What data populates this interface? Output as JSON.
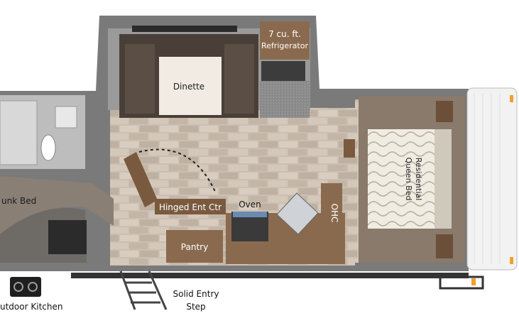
{
  "labels": {
    "refrigerator_line1": "7 cu. ft.",
    "refrigerator_line2": "Refrigerator",
    "dinette": "Dinette",
    "bunk_bed": "unk Bed",
    "hinged_ent_ctr": "Hinged Ent Ctr",
    "oven": "Oven",
    "ohc": "OHC",
    "pantry": "Pantry",
    "queen_bed_line1": "Residential",
    "queen_bed_line2": "Queen Bed",
    "solid_entry_line1": "Solid Entry",
    "solid_entry_line2": "Step",
    "outdoor_kitchen": "utdoor Kitchen"
  },
  "colors": {
    "floor": "#c9beb0",
    "wall": "#6f6f6f",
    "wood": "#7a5a3f",
    "cushion": "#f1ebe3",
    "sofa": "#4a3f38",
    "counter": "#8a6a4e",
    "carpet": "#8c8c8c"
  }
}
